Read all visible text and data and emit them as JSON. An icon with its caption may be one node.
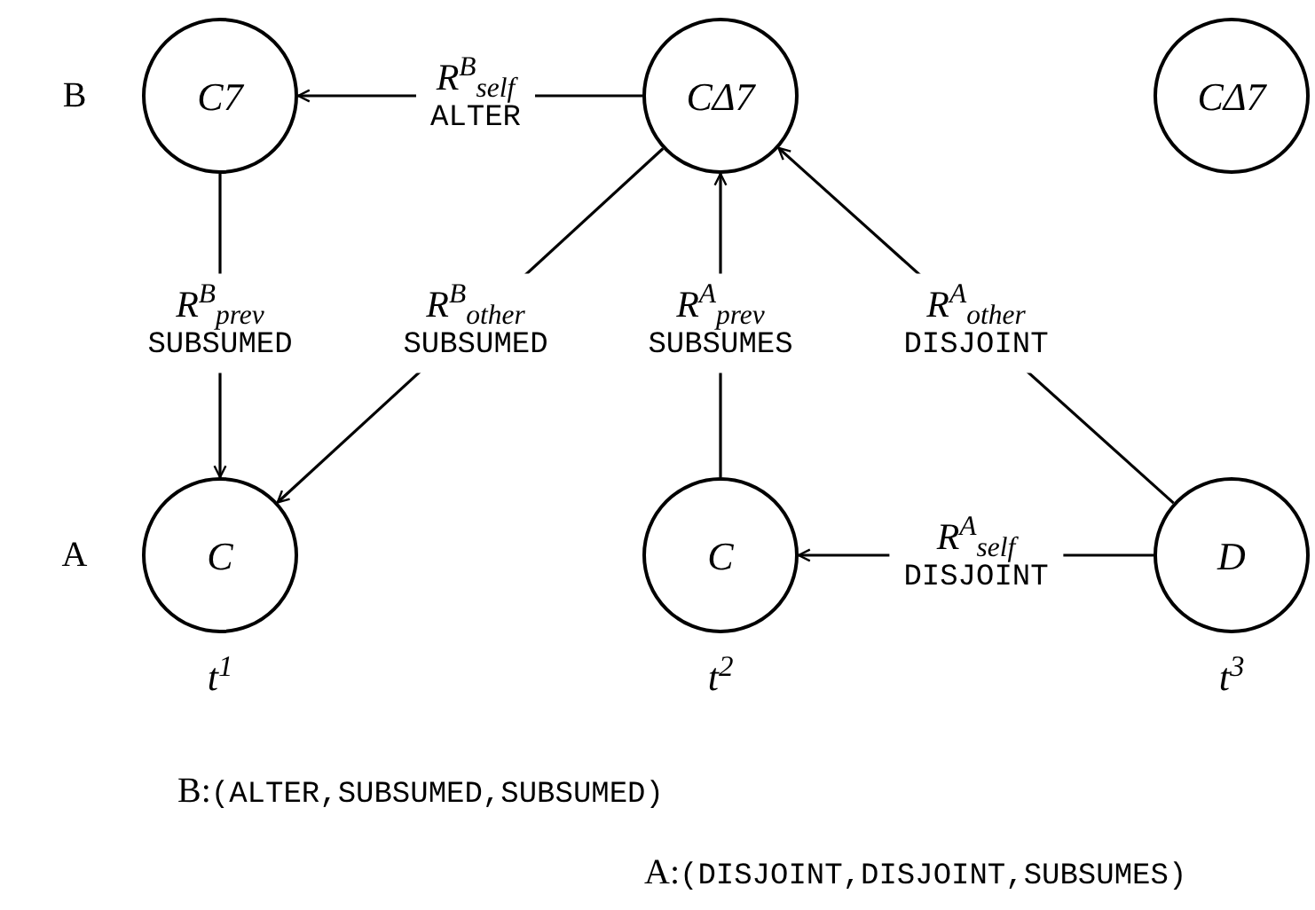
{
  "diagram": {
    "nodes": [
      {
        "text": [
          "C7"
        ]
      },
      {
        "text": [
          "CΔ7"
        ]
      },
      {
        "text": [
          "CΔ7"
        ]
      },
      {
        "text": [
          "C"
        ],
        "beside": [
          "t$^{1}$"
        ]
      },
      {
        "text": [
          "C"
        ],
        "beside": [
          "t$^{2}$"
        ]
      },
      {
        "text": [
          "D"
        ],
        "beside": [
          "t$^{3}$"
        ]
      }
    ],
    "edges": [
      {
        "from": 1,
        "to": 0,
        "arrow": "to",
        "label": "R$^{B}$$_{self}$ ALTER"
      },
      {
        "from": 0,
        "to": 3,
        "arrow": "to",
        "label": "R$^{B}$$_{prev}$ SUBSUMED"
      },
      {
        "from": 1,
        "to": 3,
        "arrow": "to",
        "label": "R$^{B}$$_{other}$ SUBSUMED"
      },
      {
        "from": 4,
        "to": 1,
        "arrow": "to",
        "label": "R$^{A}$$_{prev}$ SUBSUMES"
      },
      {
        "from": 5,
        "to": 1,
        "arrow": "to",
        "label": "R$^{A}$$_{other}$ DISJOINT"
      },
      {
        "from": 5,
        "to": 4,
        "arrow": "to",
        "label": "R$^{A}$$_{self}$ DISJOINT"
      }
    ],
    "labels": [
      "B",
      "A",
      "B:(ALTER,SUBSUMED,SUBSUMED)",
      "A:(DISJOINT,DISJOINT,SUBSUMES)"
    ]
  }
}
